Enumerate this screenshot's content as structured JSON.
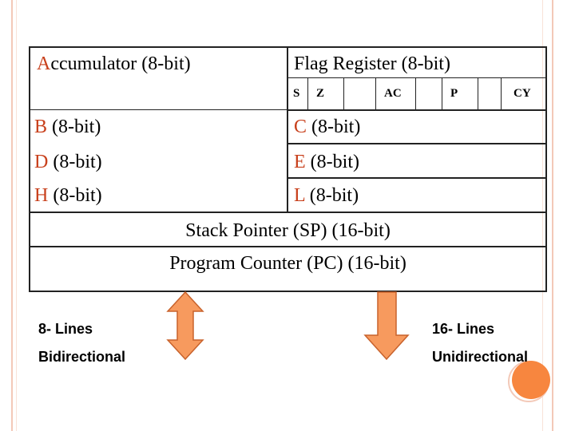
{
  "registers": {
    "accumulator": {
      "initial": "A",
      "rest": "ccumulator (8-bit)"
    },
    "flag_register": "Flag Register (8-bit)",
    "flags": [
      "S",
      "Z",
      "AC",
      "P",
      "CY"
    ],
    "b": {
      "initial": "B",
      "rest": " (8-bit)"
    },
    "c": {
      "initial": "C",
      "rest": " (8-bit)"
    },
    "d": {
      "initial": "D",
      "rest": " (8-bit)"
    },
    "e": {
      "initial": "E",
      "rest": " (8-bit)"
    },
    "h": {
      "initial": "H",
      "rest": " (8-bit)"
    },
    "l": {
      "initial": "L",
      "rest": " (8-bit)"
    },
    "sp": "Stack Pointer (SP) (16-bit)",
    "pc": "Program Counter (PC) (16-bit)"
  },
  "buses": {
    "left": {
      "line1": "8- Lines",
      "line2": "Bidirectional",
      "direction": "bidirectional"
    },
    "right": {
      "line1": "16- Lines",
      "line2": "Unidirectional",
      "direction": "down"
    }
  },
  "colors": {
    "arrow_fill": "#f79a5e",
    "arrow_stroke": "#c8622c",
    "initial_letter": "#c8401c",
    "frame": "#f3c9b8",
    "circle": "#f7863f"
  }
}
